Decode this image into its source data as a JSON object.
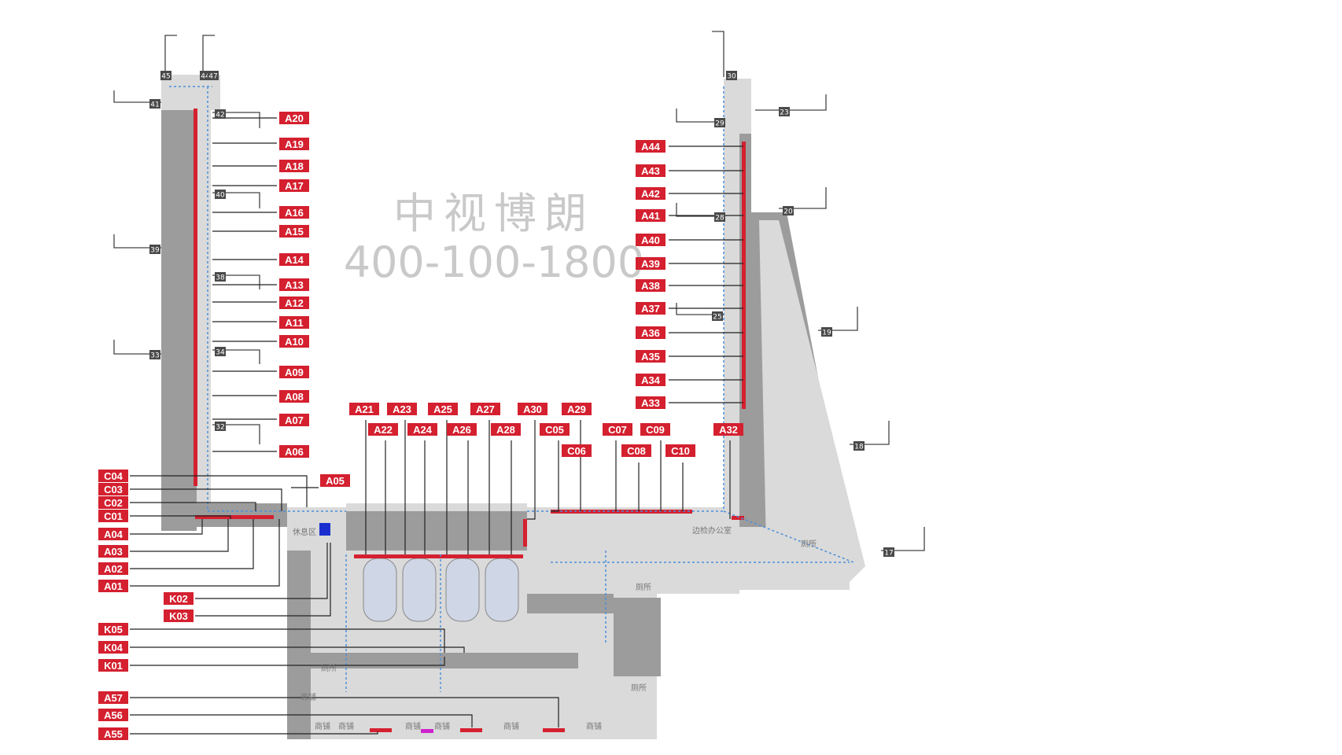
{
  "watermark": {
    "company": "中视博朗",
    "phone": "400-100-1800"
  },
  "colors": {
    "label_bg": "#d4202f",
    "label_text": "#ffffff",
    "terminal": "#9c9c9c",
    "flow": "#4a90d9",
    "bridge_box": "#4a4a4a"
  },
  "gate_labels": [
    "A20",
    "A19",
    "A18",
    "A17",
    "A16",
    "A15",
    "A14",
    "A13",
    "A12",
    "A11",
    "A10",
    "A09",
    "A08",
    "A07",
    "A06",
    "A05",
    "C04",
    "C03",
    "C02",
    "C01",
    "A04",
    "A03",
    "A02",
    "A01",
    "K02",
    "K03",
    "K05",
    "K04",
    "K01",
    "A57",
    "A56",
    "A55",
    "A21",
    "A23",
    "A25",
    "A27",
    "A30",
    "A29",
    "A22",
    "A24",
    "A26",
    "A28",
    "C05",
    "C07",
    "C09",
    "A32",
    "C06",
    "C08",
    "C10",
    "A44",
    "A43",
    "A42",
    "A41",
    "A40",
    "A39",
    "A38",
    "A37",
    "A36",
    "A35",
    "A34",
    "A33"
  ],
  "bridge_numbers": [
    "45",
    "44",
    "47",
    "41",
    "42",
    "40",
    "39",
    "38",
    "33",
    "34",
    "32",
    "30",
    "29",
    "23",
    "28",
    "20",
    "25",
    "19",
    "18",
    "17"
  ],
  "facilities": {
    "border_office": "边检办公室",
    "restroom": "厕所",
    "rest_area": "休息区",
    "shop": "商铺"
  }
}
